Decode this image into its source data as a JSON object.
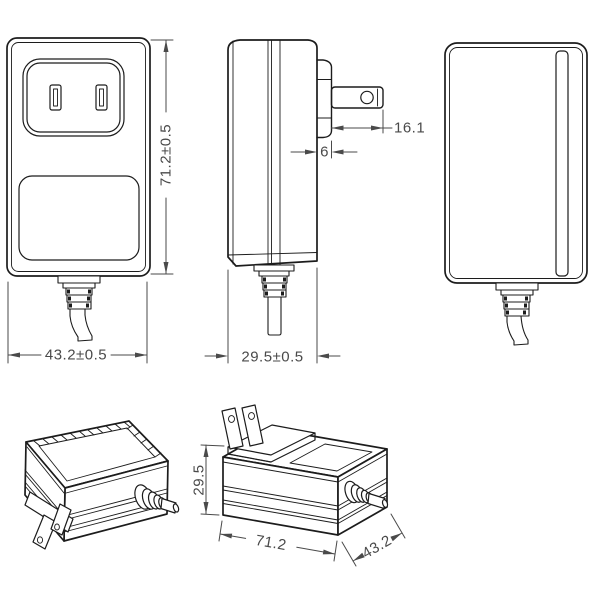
{
  "document": {
    "title": "Power adapter outline dimensional drawing",
    "background_color": "#ffffff",
    "line_color": "#1c1c1c",
    "dimension_color": "#4a4a4a"
  },
  "views": {
    "front": {
      "dims": {
        "height": "71.2±0.5",
        "width": "43.2±0.5"
      }
    },
    "side": {
      "dims": {
        "prong_length": "16.1",
        "boss_depth": "6",
        "body_depth": "29.5±0.5"
      }
    },
    "back": {
      "dims": {}
    },
    "iso_plain": {
      "dims": {}
    },
    "iso_dimensioned": {
      "dims": {
        "depth": "29.5",
        "length": "71.2",
        "width": "43.2"
      }
    }
  }
}
